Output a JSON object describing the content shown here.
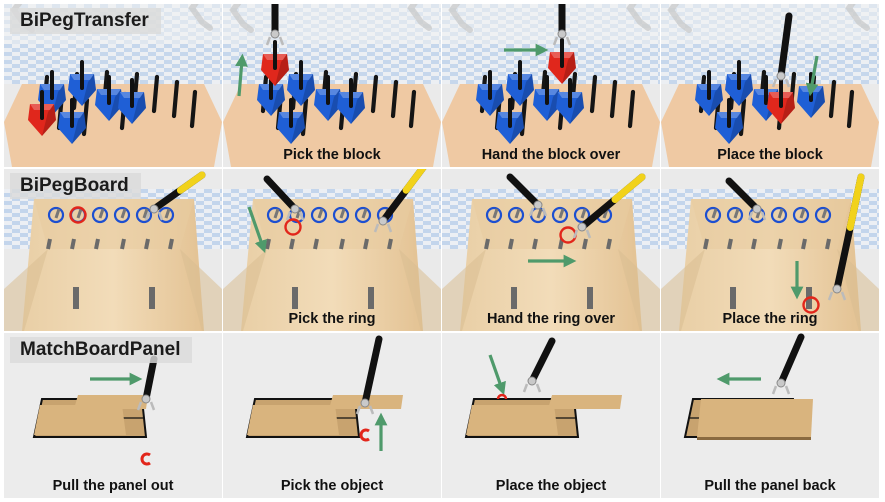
{
  "rows": [
    {
      "title": "BiPegTransfer",
      "captions": [
        "",
        "Pick the block",
        "Hand the block over",
        "Place the block"
      ]
    },
    {
      "title": "BiPegBoard",
      "captions": [
        "",
        "Pick the ring",
        "Hand the ring over",
        "Place the ring"
      ]
    },
    {
      "title": "MatchBoardPanel",
      "captions": [
        "Pull the panel out",
        "Pick the object",
        "Place the object",
        "Pull the panel back"
      ]
    }
  ],
  "colors": {
    "arrow": "#4f9a6b",
    "block_blue": "#1f5fd6",
    "block_red": "#e0271c",
    "board_tan": "#d9b47e",
    "table_skin": "#efc9a3",
    "checker": "#a9c7ee"
  }
}
